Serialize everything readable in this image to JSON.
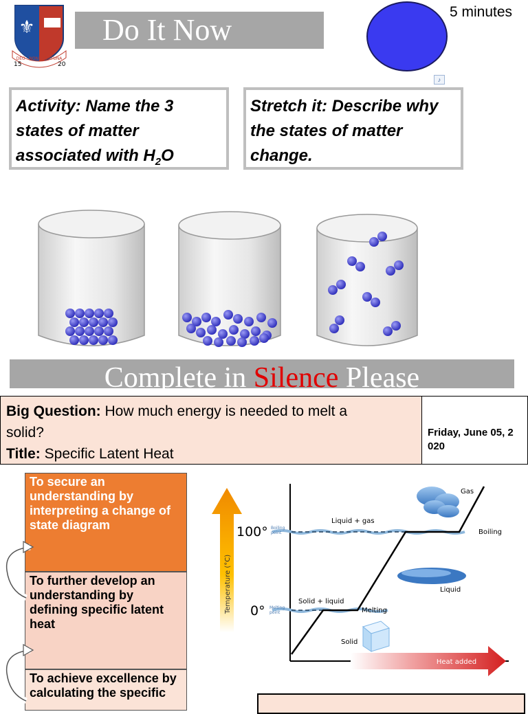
{
  "crest": {
    "motto": "DEO · NON · FORTUNA",
    "year_left": "15",
    "year_right": "20"
  },
  "header": {
    "title": "Do It Now",
    "timer_label": "5 minutes"
  },
  "tasks": {
    "activity_line1": "Activity: Name the 3",
    "activity_line2": "states of matter",
    "activity_line3_pre": "associated with H",
    "activity_line3_sub": "2",
    "activity_line3_post": "O",
    "stretch_line1": "Stretch it: Describe why",
    "stretch_line2": "the states of matter",
    "stretch_line3": "change."
  },
  "banner": {
    "part1": "Complete in ",
    "part2": "Silence",
    "part3": " Please",
    "highlight_color": "#e00000"
  },
  "big_question": {
    "label": "Big Question:",
    "text_line1": " How much energy is needed to melt a",
    "text_line2": "solid?",
    "title_label": "Title:",
    "title_text": " Specific Latent Heat"
  },
  "date": {
    "line1": "Friday, June 05, 2",
    "line2": "020"
  },
  "objectives": [
    {
      "line1": "To secure an",
      "line2": "understanding by",
      "line3": "interpreting a change of",
      "line4": "state diagram"
    },
    {
      "line1": "To further develop an",
      "line2": "understanding by",
      "line3": "defining specific latent",
      "line4": "heat"
    },
    {
      "line1": "To achieve excellence by",
      "line2": "calculating the specific"
    }
  ],
  "diagram": {
    "y_axis_label": "Temperature (°C)",
    "boiling_temp": "100°",
    "boiling_point_line1": "Boiling",
    "boiling_point_line2": "point",
    "melting_temp": "0°",
    "melting_point_line1": "Melting",
    "melting_point_line2": "point",
    "gas": "Gas",
    "liquid_gas": "Liquid + gas",
    "boiling": "Boiling",
    "liquid": "Liquid",
    "solid_liquid": "Solid + liquid",
    "melting": "Melting",
    "solid": "Solid",
    "heat_added": "Heat added"
  },
  "colors": {
    "accent_orange": "#ed7d31",
    "peach": "#fbe3d7",
    "bar_gray": "#a6a6a6",
    "timer_blue": "#3a3af0"
  }
}
